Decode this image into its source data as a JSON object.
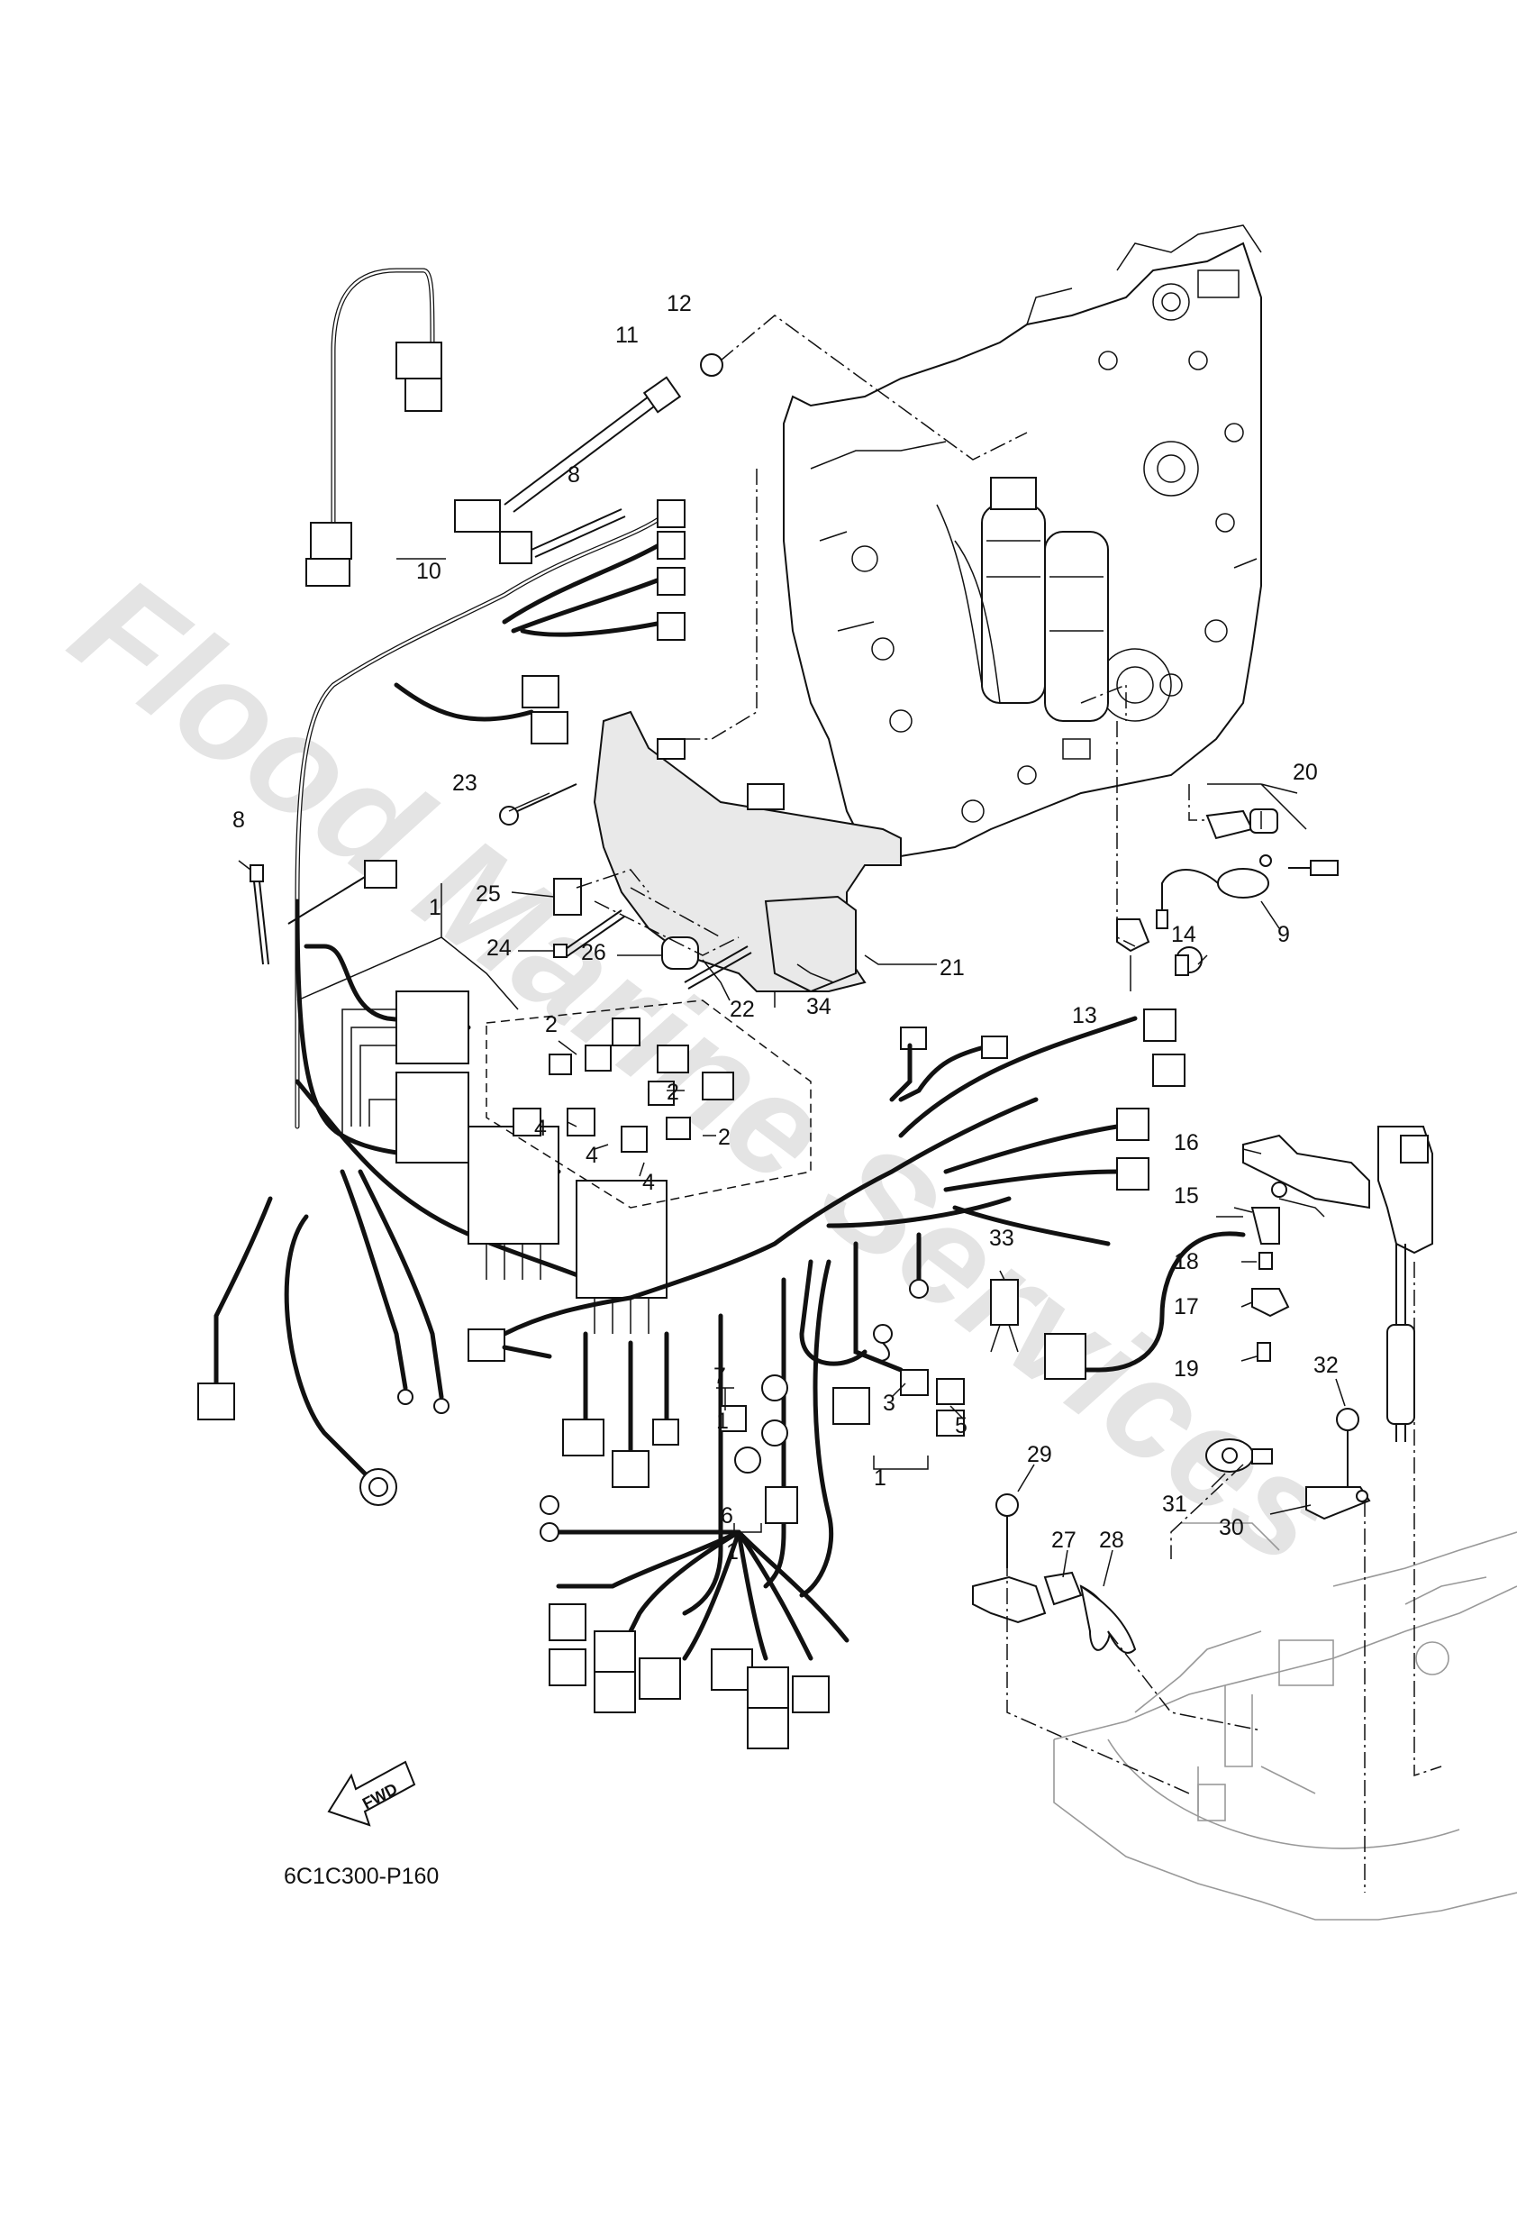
{
  "watermark": "Flood Marine Services",
  "diagram_code": "6C1C300-P160",
  "fwd_label": "FWD",
  "callouts": {
    "c1a": "1",
    "c1b": "1",
    "c1c": "1",
    "c1d": "1",
    "c2a": "2",
    "c2b": "2",
    "c2c": "2",
    "c3": "3",
    "c4a": "4",
    "c4b": "4",
    "c4c": "4",
    "c5": "5",
    "c6": "6",
    "c7": "7",
    "c8a": "8",
    "c8b": "8",
    "c9": "9",
    "c10": "10",
    "c11": "11",
    "c12": "12",
    "c13": "13",
    "c14": "14",
    "c15": "15",
    "c16": "16",
    "c17": "17",
    "c18": "18",
    "c19": "19",
    "c20": "20",
    "c21": "21",
    "c22": "22",
    "c23": "23",
    "c24": "24",
    "c25": "25",
    "c26": "26",
    "c27": "27",
    "c28": "28",
    "c29": "29",
    "c30": "30",
    "c31": "31",
    "c32": "32",
    "c33": "33",
    "c34": "34"
  }
}
